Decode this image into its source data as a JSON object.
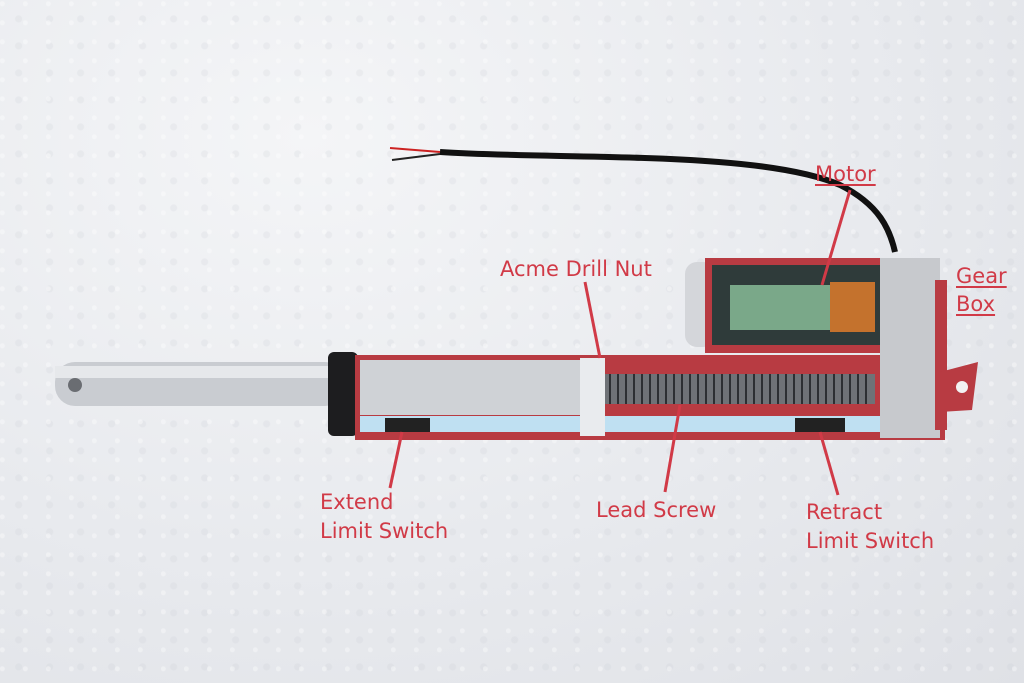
{
  "image": {
    "subject": "Cutaway linear actuator on white textured background",
    "accent_color": "#d13a47"
  },
  "labels": {
    "motor": "Motor",
    "gear_box_line1": "Gear",
    "gear_box_line2": "Box",
    "acme_drill_nut": "Acme Drill Nut",
    "extend_line1": "Extend",
    "extend_line2": "Limit Switch",
    "lead_screw": "Lead Screw",
    "retract_line1": "Retract",
    "retract_line2": "Limit Switch"
  }
}
